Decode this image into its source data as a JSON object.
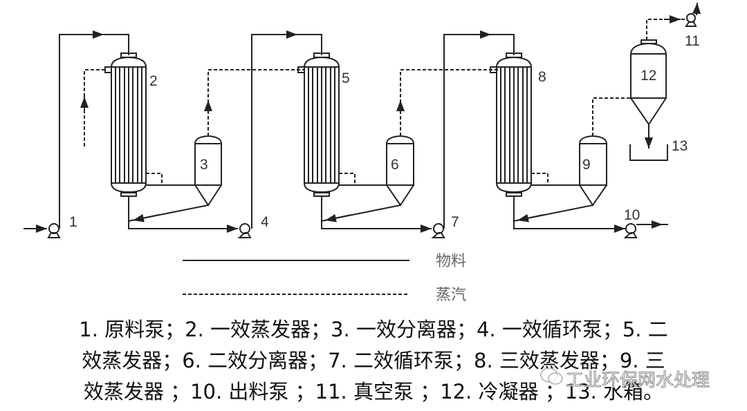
{
  "diagram": {
    "title": "三效蒸发流程图",
    "equipment_labels": [
      "1",
      "2",
      "3",
      "4",
      "5",
      "6",
      "7",
      "8",
      "9",
      "10",
      "11",
      "12",
      "13"
    ],
    "legend": [
      {
        "line_style": "solid",
        "label": "物料"
      },
      {
        "line_style": "dashed",
        "label": "蒸汽"
      }
    ],
    "colors": {
      "line": "#222222",
      "text": "#333333",
      "legend_text": "#666666"
    }
  },
  "caption": {
    "lines": [
      "1. 原料泵；2. 一效蒸发器；3. 一效分离器；4. 一效循环泵；5. 二",
      "效蒸发器；6. 二效分离器；7. 二效循环泵；8. 三效蒸发器；9. 三",
      "效蒸发器 ；10. 出料泵 ；11. 真空泵 ；12. 冷凝器 ；13. 水箱。"
    ]
  },
  "watermark": {
    "text": "工业环保网水处理",
    "icon": "wechat-icon"
  }
}
